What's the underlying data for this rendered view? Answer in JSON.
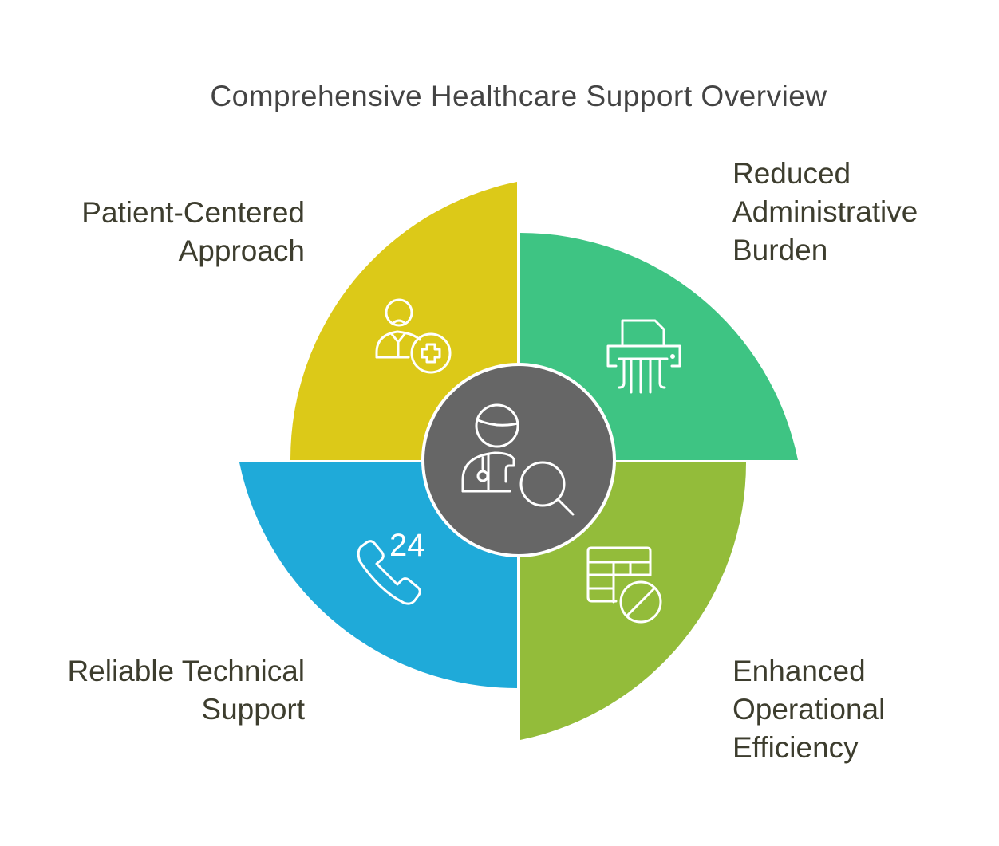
{
  "title": "Comprehensive Healthcare Support Overview",
  "colors": {
    "patient": "#DCC918",
    "admin": "#3EC483",
    "efficiency": "#93BC3A",
    "support": "#1FAAD9",
    "center": "#666666"
  },
  "segments": [
    {
      "id": "patient",
      "lines": [
        "Patient-Centered",
        "Approach"
      ],
      "icon": "patient-plus-icon"
    },
    {
      "id": "admin",
      "lines": [
        "Reduced",
        "Administrative",
        "Burden"
      ],
      "icon": "shredder-icon"
    },
    {
      "id": "efficiency",
      "lines": [
        "Enhanced",
        "Operational",
        "Efficiency"
      ],
      "icon": "table-blocked-icon"
    },
    {
      "id": "support",
      "lines": [
        "Reliable Technical",
        "Support"
      ],
      "icon": "phone-24-icon",
      "icon_text": "24"
    }
  ],
  "center": {
    "icon": "doctor-search-icon"
  }
}
